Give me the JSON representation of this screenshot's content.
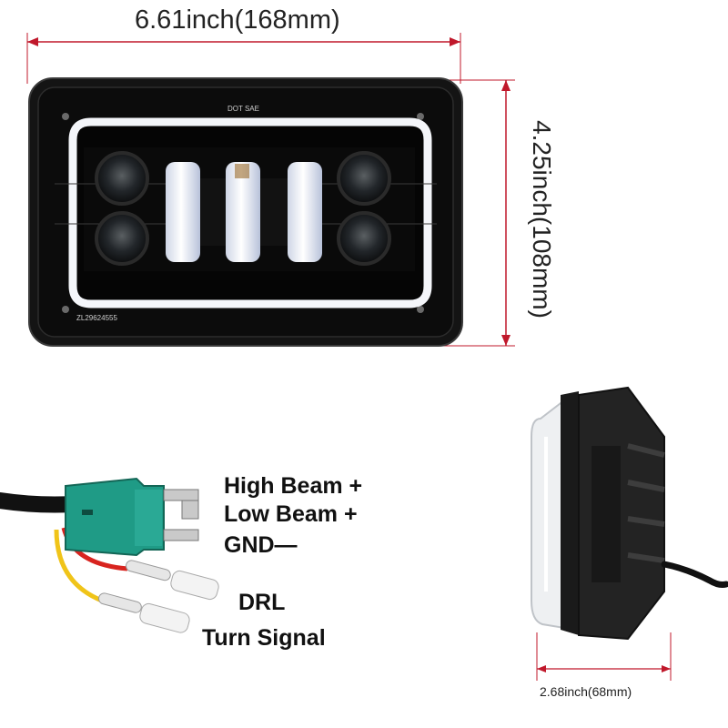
{
  "dimensions": {
    "width_label": "6.61inch(168mm)",
    "height_label": "4.25inch(108mm)",
    "depth_label": "2.68inch(68mm)"
  },
  "headlight": {
    "top_marking": "DOT SAE",
    "serial_marking": "ZL29624555"
  },
  "wiring": {
    "high_beam": "High Beam +",
    "low_beam": "Low Beam +",
    "ground": "GND—",
    "drl": "DRL",
    "turn_signal": "Turn Signal"
  },
  "colors": {
    "dimension_line": "#c0182b",
    "housing": "#111111",
    "halo": "#f4f6fa",
    "connector": "#1f9b86",
    "wire_red": "#d8241f",
    "wire_yellow": "#f0c419"
  }
}
